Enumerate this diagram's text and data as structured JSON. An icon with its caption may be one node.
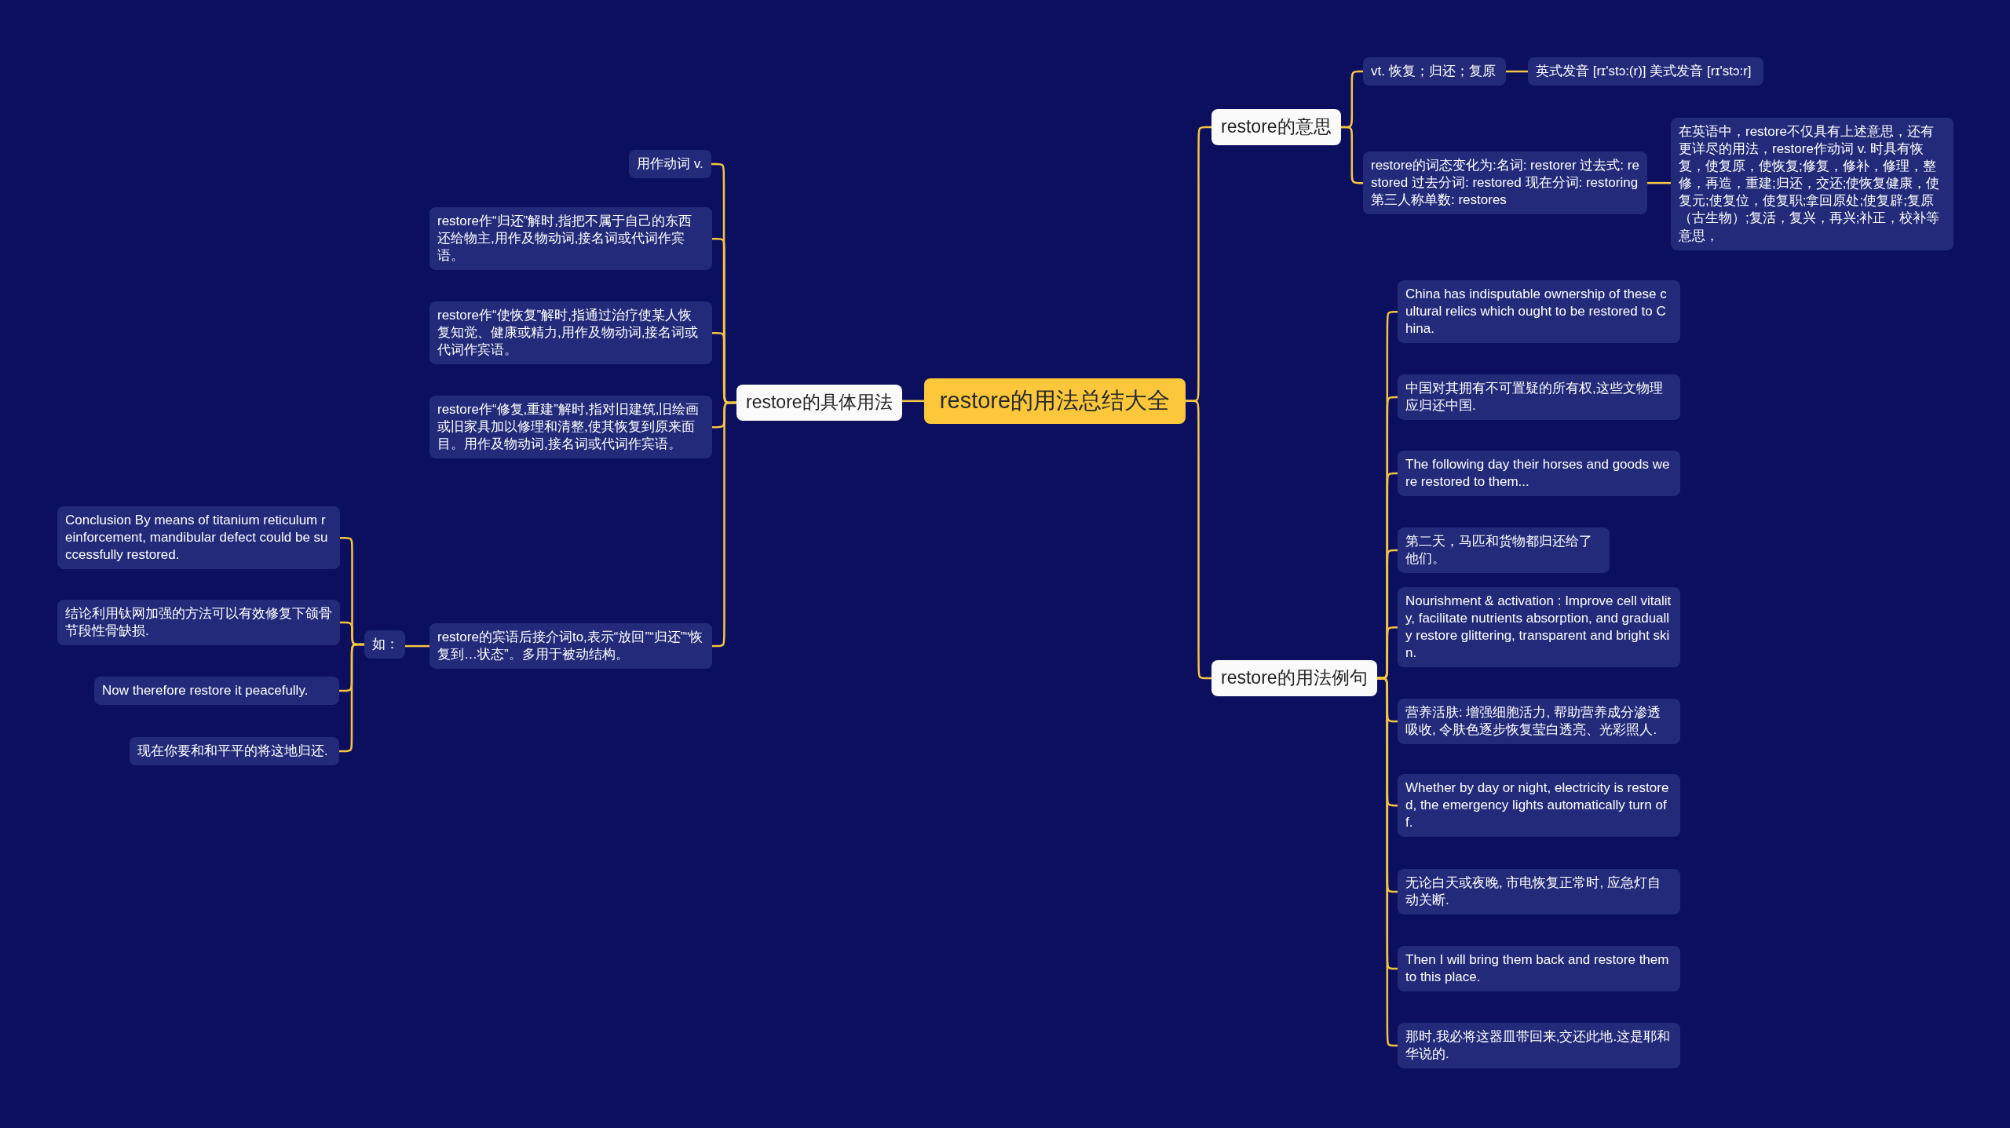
{
  "diagram": {
    "nodes": [
      {
        "text": [
          "restore的用法总结大全"
        ]
      },
      {
        "text": [
          "restore的意思"
        ]
      },
      {
        "text": [
          "vt. 恢复；归还；复原"
        ]
      },
      {
        "text": [
          "英式发音 [rɪ'stɔ:(r)] 美式发音 [rɪ'stɔ:r]"
        ]
      },
      {
        "text": [
          "restore的词态变化为:名词: restorer 过去式: restored 过去分词: restored 现在分词: restoring 第三人称单数: restores"
        ]
      },
      {
        "text": [
          "在英语中，restore不仅具有上述意思，还有更详尽的用法，restore作动词 v. 时具有恢复，使复原，使恢复;修复，修补，修理，整修，再造，重建;归还，交还;使恢复健康，使复元;使复位，使复职;拿回原处;使复辟;复原（古生物）;复活，复兴，再兴;补正，校补等意思，"
        ]
      },
      {
        "text": [
          "restore的用法例句"
        ]
      },
      {
        "text": [
          "China has indisputable ownership of these cultural relics which ought to be restored to China."
        ]
      },
      {
        "text": [
          "中国对其拥有不可置疑的所有权,这些文物理应归还中国."
        ]
      },
      {
        "text": [
          "The following day their horses and goods were restored to them..."
        ]
      },
      {
        "text": [
          "第二天，马匹和货物都归还给了他们。"
        ]
      },
      {
        "text": [
          "Nourishment & activation : Improve cell vitality, facilitate nutrients absorption, and gradually restore glittering, transparent and bright skin."
        ]
      },
      {
        "text": [
          "营养活肤: 增强细胞活力, 帮助营养成分渗透吸收, 令肤色逐步恢复莹白透亮、光彩照人."
        ]
      },
      {
        "text": [
          "Whether by day or night, electricity is restored, the emergency lights automatically turn off."
        ]
      },
      {
        "text": [
          "无论白天或夜晚, 市电恢复正常时, 应急灯自动关断."
        ]
      },
      {
        "text": [
          "Then I will bring them back and restore them to this place."
        ]
      },
      {
        "text": [
          "那时,我必将这器皿带回来,交还此地.这是耶和华说的."
        ]
      },
      {
        "text": [
          "restore的具体用法"
        ]
      },
      {
        "text": [
          "用作动词 v."
        ]
      },
      {
        "text": [
          "restore作“归还”解时,指把不属于自己的东西还给物主,用作及物动词,接名词或代词作宾语。"
        ]
      },
      {
        "text": [
          "restore作“使恢复”解时,指通过治疗使某人恢复知觉、健康或精力,用作及物动词,接名词或代词作宾语。"
        ]
      },
      {
        "text": [
          "restore作“修复,重建”解时,指对旧建筑,旧绘画或旧家具加以修理和清整,使其恢复到原来面目。用作及物动词,接名词或代词作宾语。"
        ]
      },
      {
        "text": [
          "restore的宾语后接介词to,表示“放回”“归还”“恢复到…状态”。多用于被动结构。"
        ]
      },
      {
        "text": [
          "如："
        ]
      },
      {
        "text": [
          "Conclusion By means of titanium reticulum reinforcement, mandibular defect could be successfully restored."
        ]
      },
      {
        "text": [
          "结论利用钛网加强的方法可以有效修复下颌骨节段性骨缺损."
        ]
      },
      {
        "text": [
          "Now therefore restore it peacefully."
        ]
      },
      {
        "text": [
          "现在你要和和平平的将这地归还."
        ]
      }
    ],
    "edges": [
      {
        "from": 0,
        "to": 1,
        "arrow": "none"
      },
      {
        "from": 1,
        "to": 2,
        "arrow": "none"
      },
      {
        "from": 2,
        "to": 3,
        "arrow": "none"
      },
      {
        "from": 1,
        "to": 4,
        "arrow": "none"
      },
      {
        "from": 4,
        "to": 5,
        "arrow": "none"
      },
      {
        "from": 0,
        "to": 6,
        "arrow": "none"
      },
      {
        "from": 6,
        "to": 7,
        "arrow": "none"
      },
      {
        "from": 6,
        "to": 8,
        "arrow": "none"
      },
      {
        "from": 6,
        "to": 9,
        "arrow": "none"
      },
      {
        "from": 6,
        "to": 10,
        "arrow": "none"
      },
      {
        "from": 6,
        "to": 11,
        "arrow": "none"
      },
      {
        "from": 6,
        "to": 12,
        "arrow": "none"
      },
      {
        "from": 6,
        "to": 13,
        "arrow": "none"
      },
      {
        "from": 6,
        "to": 14,
        "arrow": "none"
      },
      {
        "from": 6,
        "to": 15,
        "arrow": "none"
      },
      {
        "from": 6,
        "to": 16,
        "arrow": "none"
      },
      {
        "from": 0,
        "to": 17,
        "arrow": "none"
      },
      {
        "from": 17,
        "to": 18,
        "arrow": "none"
      },
      {
        "from": 17,
        "to": 19,
        "arrow": "none"
      },
      {
        "from": 17,
        "to": 20,
        "arrow": "none"
      },
      {
        "from": 17,
        "to": 21,
        "arrow": "none"
      },
      {
        "from": 17,
        "to": 22,
        "arrow": "none"
      },
      {
        "from": 22,
        "to": 23,
        "arrow": "none"
      },
      {
        "from": 23,
        "to": 24,
        "arrow": "none"
      },
      {
        "from": 23,
        "to": 25,
        "arrow": "none"
      },
      {
        "from": 23,
        "to": 26,
        "arrow": "none"
      },
      {
        "from": 23,
        "to": 27,
        "arrow": "none"
      }
    ]
  }
}
